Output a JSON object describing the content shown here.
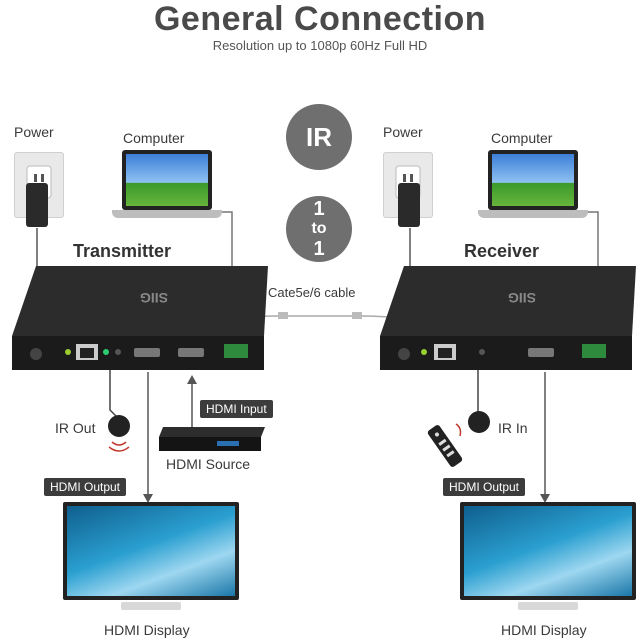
{
  "header": {
    "title": "General Connection",
    "subtitle": "Resolution up to 1080p 60Hz Full HD"
  },
  "badges": {
    "ir": "IR",
    "one_to_one": [
      "1",
      "to",
      "1"
    ]
  },
  "transmitter": {
    "title": "Transmitter",
    "power_label": "Power",
    "computer_label": "Computer",
    "ir_out_label": "IR Out",
    "hdmi_input_tag": "HDMI Input",
    "hdmi_source_label": "HDMI Source",
    "hdmi_output_tag": "HDMI Output",
    "display_label": "HDMI Display",
    "brand": "SIIG"
  },
  "receiver": {
    "title": "Receiver",
    "power_label": "Power",
    "computer_label": "Computer",
    "ir_in_label": "IR In",
    "hdmi_output_tag": "HDMI Output",
    "display_label": "HDMI Display",
    "brand": "SIIG"
  },
  "cable_label": "Cate5e/6 cable"
}
